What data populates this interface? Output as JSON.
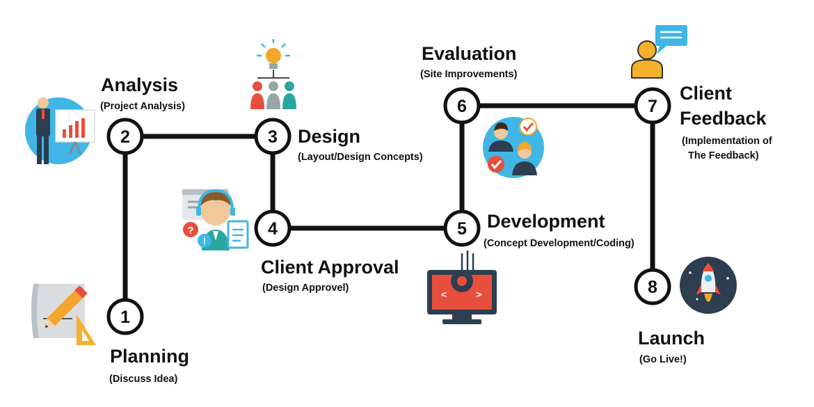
{
  "steps": [
    {
      "number": "1",
      "title": "Planning",
      "subtitle": "(Discuss Idea)"
    },
    {
      "number": "2",
      "title": "Analysis",
      "subtitle": "(Project Analysis)"
    },
    {
      "number": "3",
      "title": "Design",
      "subtitle": "(Layout/Design Concepts)"
    },
    {
      "number": "4",
      "title": "Client Approval",
      "subtitle": "(Design Approvel)"
    },
    {
      "number": "5",
      "title": "Development",
      "subtitle": "(Concept Development/Coding)"
    },
    {
      "number": "6",
      "title": "Evaluation",
      "subtitle": "(Site Improvements)"
    },
    {
      "number": "7",
      "title_line1": "Client",
      "title_line2": "Feedback",
      "subtitle_line1": "(Implementation of",
      "subtitle_line2": "The Feedback)"
    },
    {
      "number": "8",
      "title": "Launch",
      "subtitle": "(Go Live!)"
    }
  ],
  "icons": {
    "planning": "pencil-ruler-icon",
    "analysis": "presentation-icon",
    "design": "team-idea-icon",
    "client_approval": "support-agent-icon",
    "development": "coding-monitor-icon",
    "evaluation": "review-approval-icon",
    "client_feedback": "feedback-chat-icon",
    "launch": "rocket-icon"
  },
  "colors": {
    "line": "#111111",
    "node_fill": "#ffffff",
    "accent_blue": "#3fb6e6",
    "accent_orange": "#f4a52c",
    "accent_red": "#e84e3c",
    "accent_teal": "#2aa6a0",
    "accent_navy": "#2c3e50"
  }
}
